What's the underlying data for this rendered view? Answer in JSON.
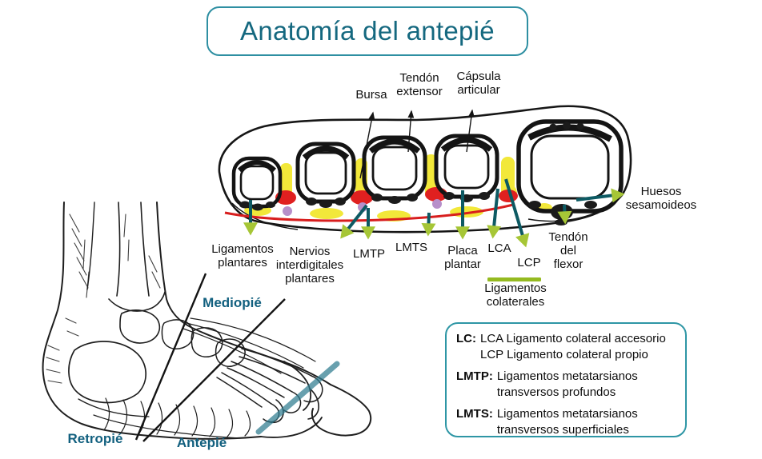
{
  "title": {
    "text": "Anatomía del antepié"
  },
  "colors": {
    "accent_teal": "#14687f",
    "box_border_teal": "#2e96a5",
    "arrow_teal": "#0d5a63",
    "arrowhead_green": "#a6c636",
    "underline_green": "#95ba20",
    "highlight_yellow": "#f2e83a",
    "ligament_red": "#e02020",
    "nerve_purple": "#b78fca"
  },
  "cross_section": {
    "top_labels": [
      {
        "id": "bursa",
        "text": "Bursa"
      },
      {
        "id": "tendon-extensor",
        "text": "Tendón\nextensor"
      },
      {
        "id": "capsula-articular",
        "text": "Cápsula\narticular"
      }
    ],
    "side_label": {
      "id": "huesos-sesamoideos",
      "text": "Huesos\nsesamoideos"
    },
    "bottom_labels": [
      {
        "id": "ligamentos-plantares",
        "text": "Ligamentos\nplantares"
      },
      {
        "id": "nervios-interdigitales",
        "text": "Nervios\ninterdigitales\nplantares"
      },
      {
        "id": "lmtp",
        "text": "LMTP"
      },
      {
        "id": "lmts",
        "text": "LMTS"
      },
      {
        "id": "placa-plantar",
        "text": "Placa\nplantar"
      },
      {
        "id": "lca",
        "text": "LCA"
      },
      {
        "id": "lcp",
        "text": "LCP"
      },
      {
        "id": "ligamentos-colaterales",
        "text": "Ligamentos\ncolaterales"
      },
      {
        "id": "tendon-flexor",
        "text": "Tendón\ndel\nflexor"
      }
    ]
  },
  "foot_regions": [
    {
      "id": "mediopie",
      "text": "Mediopié"
    },
    {
      "id": "retropie",
      "text": "Retropié"
    },
    {
      "id": "antepie",
      "text": "Antepié"
    }
  ],
  "legend": {
    "items": [
      {
        "abbr": "LC:",
        "line1": "LCA Ligamento colateral accesorio",
        "line2": "LCP Ligamento colateral propio"
      },
      {
        "abbr": "LMTP:",
        "line1": "Ligamentos metatarsianos",
        "line2": "transversos profundos"
      },
      {
        "abbr": "LMTS:",
        "line1": "Ligamentos metatarsianos",
        "line2": "transversos superficiales"
      }
    ]
  }
}
